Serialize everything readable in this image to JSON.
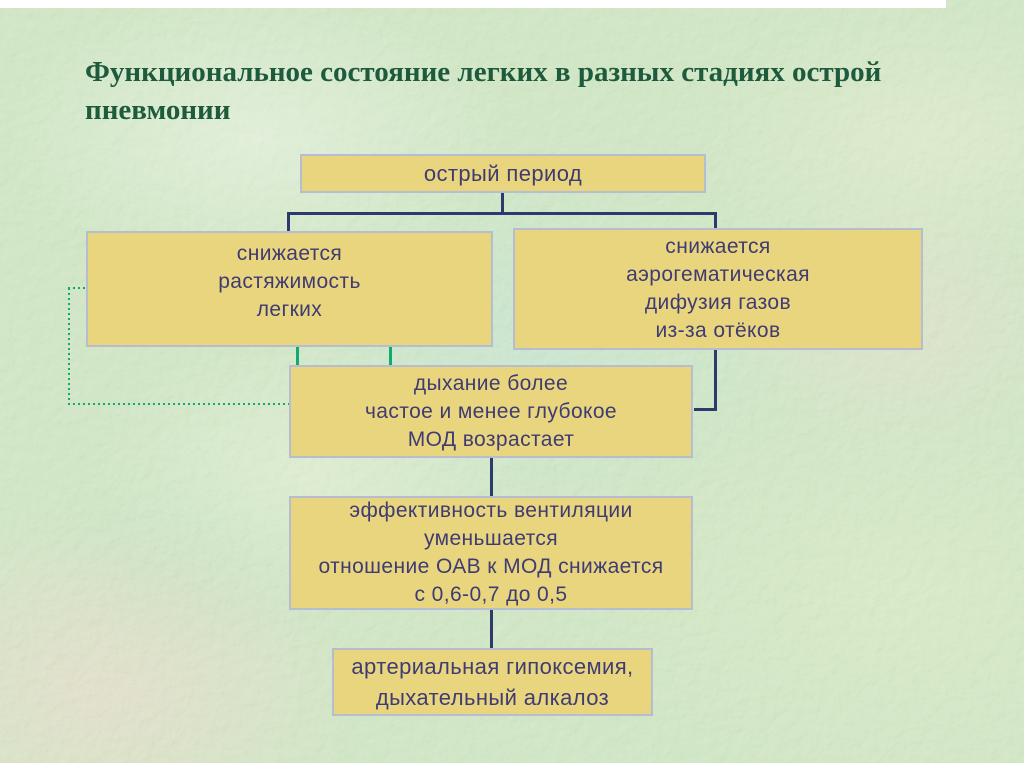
{
  "slide": {
    "title": "Функциональное состояние легких в разных стадиях острой пневмонии",
    "title_lines": [
      "Функциональное состояние легких в разных стадиях острой",
      "пневмонии"
    ]
  },
  "flowchart": {
    "nodes": {
      "acute_period": {
        "lines": [
          "острый период"
        ]
      },
      "compliance": {
        "lines": [
          "снижается",
          "растяжимость",
          "легких"
        ]
      },
      "diffusion": {
        "lines": [
          "снижается",
          "аэрогематическая",
          "дифузия газов",
          "из-за отёков"
        ]
      },
      "breathing": {
        "lines": [
          "дыхание более",
          "частое и менее глубокое",
          "МОД возрастает"
        ]
      },
      "ventilation": {
        "lines": [
          "эффективность вентиляции",
          "уменьшается",
          "отношение ОАВ к МОД снижается",
          "с 0,6-0,7 до 0,5"
        ]
      },
      "hypoxemia": {
        "lines": [
          "артериальная гипоксемия,",
          "дыхательный алкалоз"
        ]
      }
    }
  },
  "colors": {
    "background_green": "#c3deb5",
    "box_fill": "#ead57f",
    "box_border": "#b7bdd0",
    "box_text": "#3e3c72",
    "connector_navy": "#2d3a6c",
    "connector_green": "#12a973",
    "title_text": "#1d5b3c"
  }
}
